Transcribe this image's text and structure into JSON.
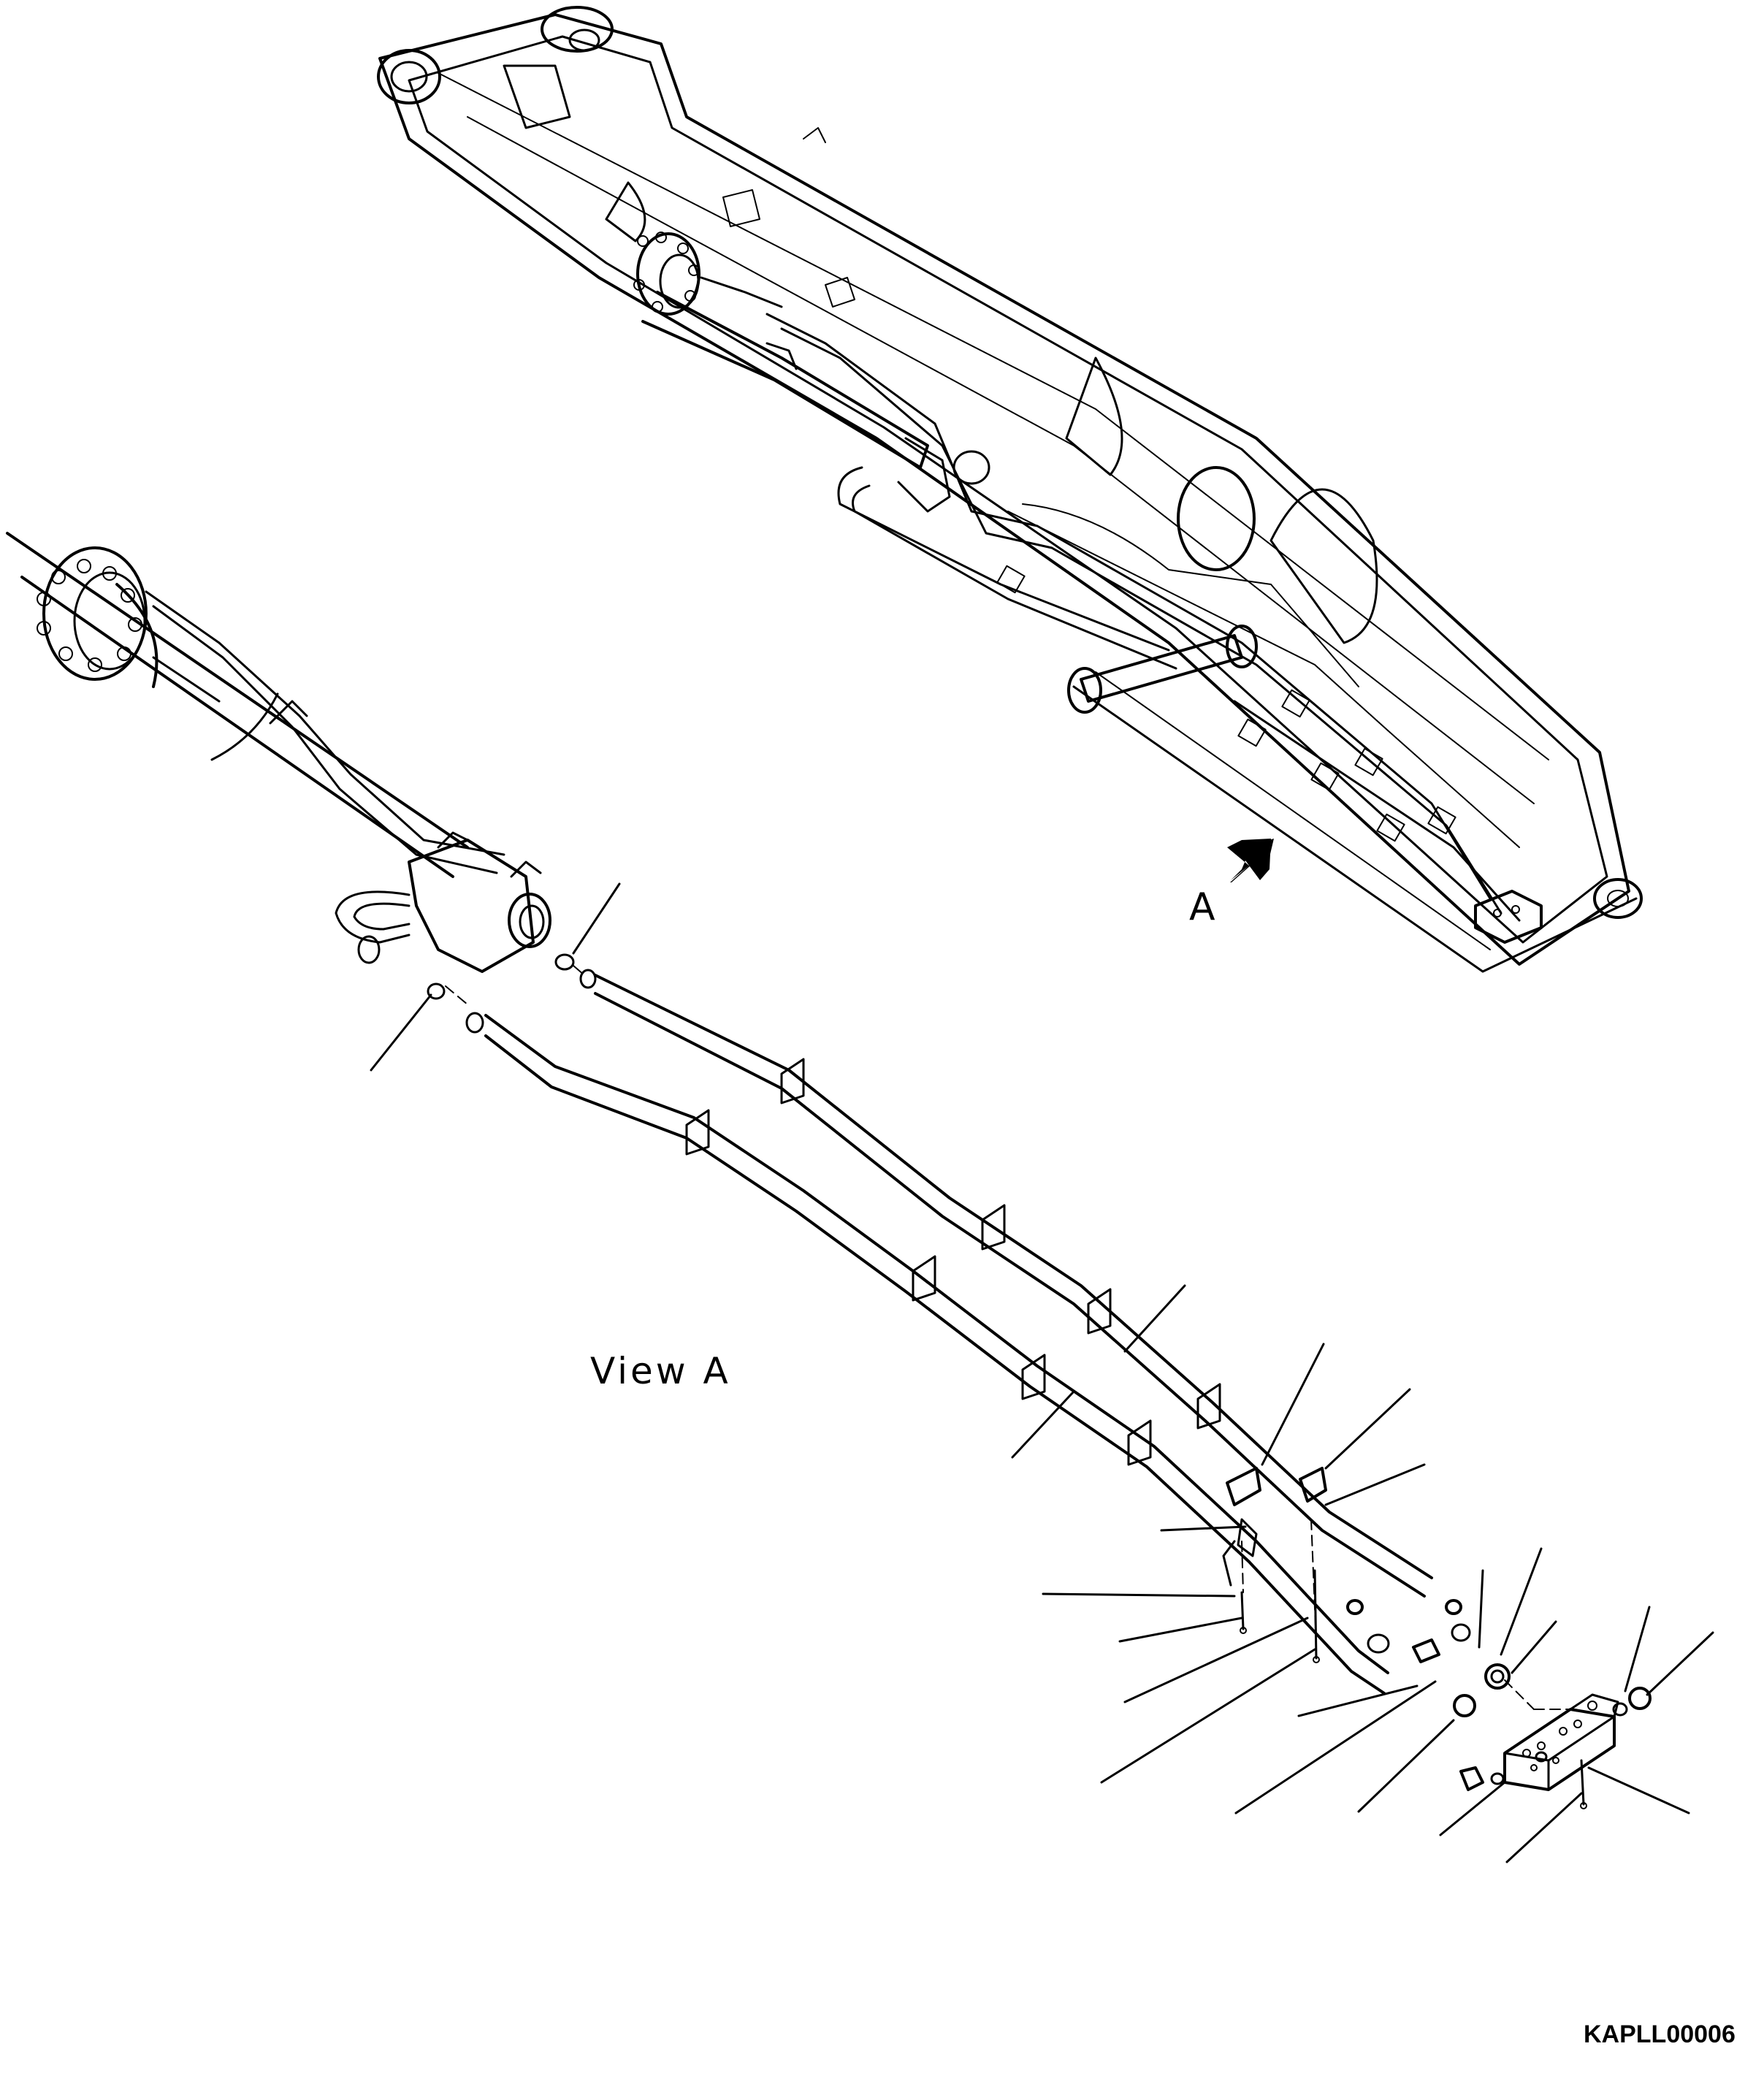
{
  "labels": {
    "view_marker": "A",
    "view_title": "View A",
    "drawing_code": "KAPLL00006"
  },
  "icons": {
    "view_arrow": "arrow-icon"
  }
}
